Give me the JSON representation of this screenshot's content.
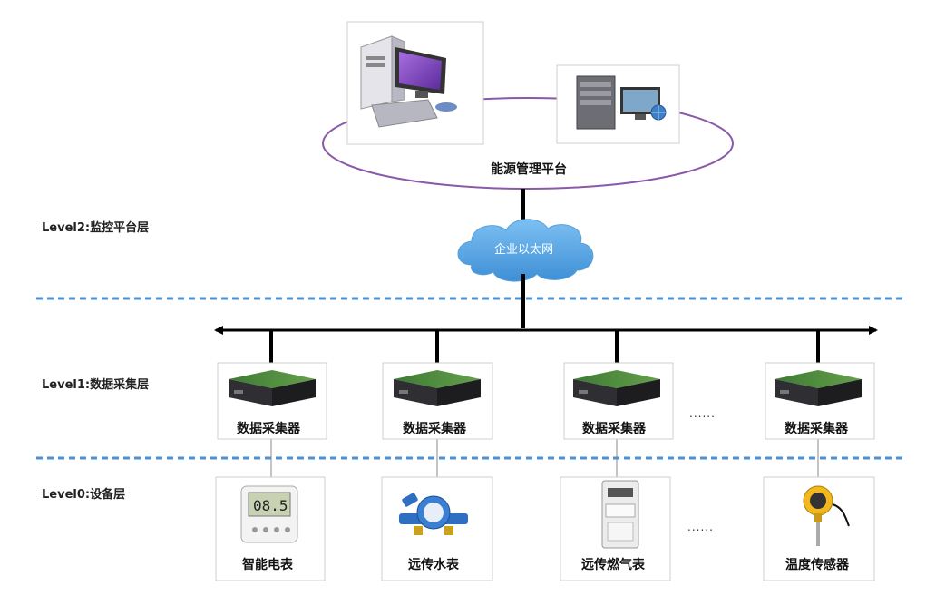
{
  "levels": {
    "level2": "Level2:监控平台层",
    "level1": "Level1:数据采集层",
    "level0": "Level0:设备层"
  },
  "platform": {
    "label": "能源管理平台"
  },
  "network": {
    "label": "企业以太网"
  },
  "collectors": [
    {
      "label": "数据采集器"
    },
    {
      "label": "数据采集器"
    },
    {
      "label": "数据采集器"
    },
    {
      "label": "数据采集器"
    }
  ],
  "devices": [
    {
      "label": "智能电表",
      "icon": "smart-meter-icon"
    },
    {
      "label": "远传水表",
      "icon": "water-meter-icon"
    },
    {
      "label": "远传燃气表",
      "icon": "gas-meter-icon"
    },
    {
      "label": "温度传感器",
      "icon": "temperature-sensor-icon"
    }
  ],
  "ellipsis": "......",
  "colors": {
    "ellipse_stroke": "#8a5aa8",
    "divider": "#4f8fd6",
    "cloud": "#5fa8e6",
    "collector_top": "#4a8a3a",
    "bus": "#000000"
  }
}
